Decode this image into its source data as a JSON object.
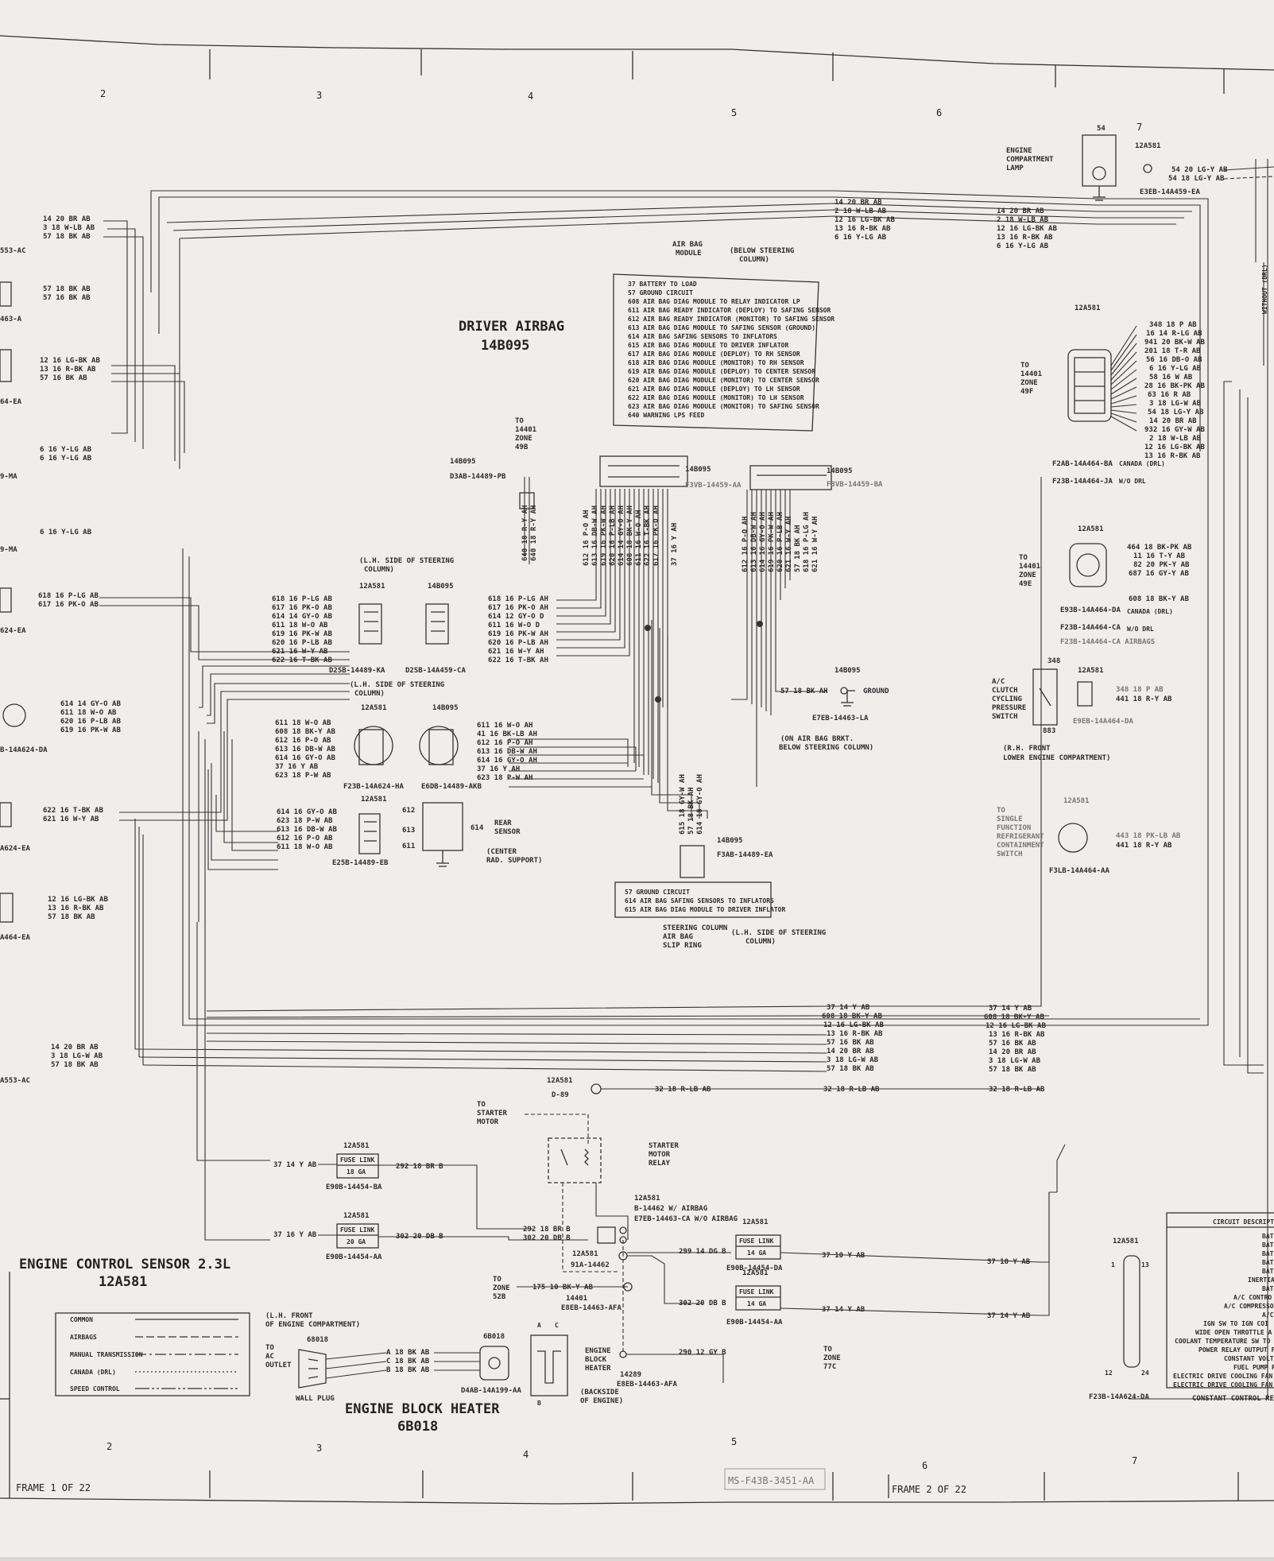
{
  "frame": {
    "left_label": "FRAME 1 OF 22",
    "right_label": "FRAME 2 OF 22",
    "doc_number": "MS-F43B-3451-AA",
    "zones_top": [
      "2",
      "3",
      "4",
      "5",
      "6",
      "7"
    ],
    "zones_bottom": [
      "2",
      "3",
      "4",
      "5",
      "6",
      "7"
    ]
  },
  "titles": {
    "driver_airbag": "DRIVER AIRBAG",
    "driver_airbag_part": "14B095",
    "engine_control_sensor": "ENGINE CONTROL SENSOR 2.3L",
    "engine_control_sensor_part": "12A581",
    "engine_block_heater": "ENGINE BLOCK HEATER",
    "engine_block_heater_part": "6B018"
  },
  "airbag_module": {
    "label_1": "AIR BAG",
    "label_2": "MODULE",
    "location": "(BELOW STEERING",
    "location_2": "COLUMN)"
  },
  "circuit_table": [
    "37  BATTERY TO LOAD",
    "57  GROUND CIRCUIT",
    "608 AIR BAG DIAG MODULE TO RELAY INDICATOR LP",
    "611 AIR BAG READY INDICATOR (DEPLOY) TO SAFING SENSOR",
    "612 AIR BAG READY INDICATOR (MONITOR) TO SAFING SENSOR",
    "613 AIR BAG DIAG MODULE TO SAFING SENSOR (GROUND)",
    "614 AIR BAG SAFING SENSORS TO INFLATORS",
    "615 AIR BAG DIAG MODULE TO DRIVER INFLATOR",
    "617 AIR BAG DIAG MODULE (DEPLOY) TO RH SENSOR",
    "618 AIR BAG DIAG MODULE (MONITOR) TO RH SENSOR",
    "619 AIR BAG DIAG MODULE (DEPLOY) TO CENTER SENSOR",
    "620 AIR BAG DIAG MODULE (MONITOR) TO CENTER SENSOR",
    "621 AIR BAG DIAG MODULE (DEPLOY) TO LH SENSOR",
    "622 AIR BAG DIAG MODULE (MONITOR) TO LH SENSOR",
    "623 AIR BAG DIAG MODULE (MONITOR) TO SAFING SENSOR",
    "640 WARNING LPS FEED"
  ],
  "lower_table": [
    "57  GROUND CIRCUIT",
    "614 AIR BAG SAFING SENSORS TO INFLATORS",
    "615 AIR BAG DIAG MODULE TO DRIVER INFLATOR"
  ],
  "legend": [
    "COMMON",
    "AIRBAGS",
    "MANUAL TRANSMISSION",
    "CANADA (DRL)",
    "SPEED CONTROL"
  ],
  "labels": {
    "to_14401_49b": [
      "TO",
      "14401",
      "ZONE",
      "49B"
    ],
    "conn_14b095_a": "14B095",
    "conn_d3ab": "D3AB-14489-PB",
    "conn_f3vb_a": "F3VB-14459-AA",
    "conn_f3vb_b": "F3VB-14459-BA",
    "lh_side_1": "(L.H. SIDE OF STEERING",
    "lh_side_1b": "COLUMN)",
    "d2sb_ka": "D2SB-14489-KA",
    "d2sb_ca": "D2SB-14A459-CA",
    "lh_side_2": "(L.H. SIDE OF STEERING",
    "lh_side_2b": "COLUMN)",
    "f23b_ha": "F23B-14A624-HA",
    "e6db_akb": "E6DB-14489-AKB",
    "e25b_eb": "E25B-14489-EB",
    "rear_sensor": "REAR",
    "rear_sensor_2": "SENSOR",
    "center_rad": "(CENTER",
    "center_rad_2": "RAD. SUPPORT)",
    "ground": "GROUND",
    "e7eb_la": "E7EB-14463-LA",
    "on_bracket": "(ON AIR BAG BRKT.",
    "on_bracket_2": "BELOW STEERING COLUMN)",
    "f3ab_ea": "F3AB-14489-EA",
    "slip_ring": [
      "STEERING COLUMN",
      "AIR BAG",
      "SLIP RING"
    ],
    "lh_side_3": "(L.H. SIDE OF STEERING",
    "lh_side_3b": "COLUMN)",
    "engine_lamp": [
      "ENGINE",
      "COMPARTMENT",
      "LAMP"
    ],
    "e3eb": "E3EB-14A459-EA",
    "to_14401_49f": [
      "TO",
      "14401",
      "ZONE",
      "49F"
    ],
    "f2ab_ba": "F2AB-14A464-BA",
    "f2ab_ba_note": "CANADA (DRL)",
    "f23b_ja": "F23B-14A464-JA",
    "f23b_ja_note": "W/O DRL",
    "to_14401_49e": [
      "TO",
      "14401",
      "ZONE",
      "49E"
    ],
    "e93b_da": "E93B-14A464-DA",
    "e93b_note": "CANADA (DRL)",
    "f23b_ca": "F23B-14A464-CA",
    "f23b_ca_note": "W/O DRL",
    "f23b_ca2": "F23B-14A464-CA AIRBAGS",
    "ac_switch": [
      "A/C",
      "CLUTCH",
      "CYCLING",
      "PRESSURE",
      "SWITCH"
    ],
    "e9eb_da": "E9EB-14A464-DA",
    "rh_front": "(R.H. FRONT",
    "rh_front_2": "LOWER ENGINE COMPARTMENT)",
    "single_fn": [
      "TO",
      "SINGLE",
      "FUNCTION",
      "REFRIGERANT",
      "CONTAINMENT",
      "SWITCH"
    ],
    "f3lb_aa": "F3LB-14A464-AA",
    "d89": "D-89",
    "to_starter": [
      "TO",
      "STARTER",
      "MOTOR"
    ],
    "starter_relay": [
      "STARTER",
      "MOTOR",
      "RELAY"
    ],
    "fuse_link_1": "FUSE LINK",
    "fuse_link_1_ga": "18 GA",
    "e90b_ba": "E90B-14454-BA",
    "fuse_link_2": "FUSE LINK",
    "fuse_link_2_ga": "20 GA",
    "e90b_aa": "E90B-14454-AA",
    "b14462": "B-14462 W/ AIRBAG",
    "e7eb_ca": "E7EB-14463-CA W/O AIRBAG",
    "a91": "91A-14462",
    "to_zone_52b": [
      "TO",
      "ZONE",
      "52B"
    ],
    "c14401_afa": "14401",
    "e8eb_afa": "E8EB-14463-AFA",
    "fuse_link_3": "FUSE LINK",
    "fuse_link_3_ga": "14 GA",
    "e90b_da": "E90B-14454-DA",
    "fuse_link_4": "FUSE LINK",
    "fuse_link_4_ga": "14 GA",
    "e90b_aa2": "E90B-14454-AA",
    "block_heater_lbl": [
      "ENGINE",
      "BLOCK",
      "HEATER"
    ],
    "backside": "(BACKSIDE",
    "backside_2": "OF ENGINE)",
    "c14289": "14289",
    "e8eb_afa2": "E8EB-14463-AFA",
    "to_zone_77c": [
      "TO",
      "ZONE",
      "77C"
    ],
    "lh_front": "(L.H. FRONT",
    "lh_front_2": "OF ENGINE COMPARTMENT)",
    "to_ac_outlet": [
      "TO",
      "AC",
      "OUTLET"
    ],
    "wall_plug": "WALL PLUG",
    "d4ab": "D4AB-14A199-AA",
    "c68018": "68018",
    "c68018b": "6B018",
    "f23b_da": "F23B-14A624-DA",
    "circuit_desc": "CIRCUIT DESCRIPTION",
    "constant_control": "CONSTANT CONTROL RE",
    "right_desc": [
      "BAT",
      "BAT",
      "BAT",
      "BAT",
      "BAT",
      "INERTIA",
      "BAT",
      "A/C CONTRO",
      "A/C COMPRESSO",
      "A/C",
      "IGN SW TO IGN COI",
      "WIDE OPEN THROTTLE A",
      "COOLANT TEMPERATURE SW TO C",
      "POWER RELAY OUTPUT FR",
      "CONSTANT VOLTAGE",
      "FUEL PUMP RELAY",
      "ELECTRIC DRIVE COOLING FAN (S",
      "ELECTRIC DRIVE COOLING FAN (S"
    ],
    "without_drl": "WITHOUT (DRL)",
    "conn_12a581": "12A581"
  },
  "wires": {
    "top_left": [
      "14 20 BR AB",
      "3 18 W-LB AB",
      "57 18 BK AB"
    ],
    "left_553": "553-AC",
    "left_b": [
      "57 18 BK AB",
      "57 16 BK AB"
    ],
    "left_463": "463-A",
    "left_c": [
      "12 16 LG-BK AB",
      "13 16 R-BK AB",
      "57 16 BK AB"
    ],
    "left_c_part": "64-EA",
    "left_d": [
      "6 16 Y-LG AB",
      "6 16 Y-LG AB"
    ],
    "left_d_part": "9-MA",
    "left_e": "6 16 Y-LG AB",
    "left_e_part": "9-MA",
    "left_f": [
      "618 16 P-LG AB",
      "617 16 PK-O AB"
    ],
    "left_f_part": "624-EA",
    "left_g": [
      "614 14 GY-O AB",
      "611 18 W-O AB",
      "620 16 P-LB AB",
      "619 16 PK-W AB"
    ],
    "left_g_part": "B-14A624-DA",
    "left_h": [
      "622 16 T-BK AB",
      "621 16 W-Y AB"
    ],
    "left_h_part": "A624-EA",
    "left_i": [
      "12 16 LG-BK AB",
      "13 16 R-BK AB",
      "57 18 BK AB"
    ],
    "left_i_part": "A464-EA",
    "left_j": [
      "14 20 BR AB",
      "3 18 LG-W AB",
      "57 18 BK AB"
    ],
    "left_j_part": "A553-AC",
    "top_mid": [
      "14 20 BR AB",
      "2 18 W-LB AB",
      "12 16 LG-BK AB",
      "13 16 R-BK AB",
      "6 16 Y-LG AB"
    ],
    "top_right": [
      "14 20 BR AB",
      "2 18 W-LB AB",
      "12 16 LG-BK AB",
      "13 16 R-BK AB",
      "6 16 Y-LG AB"
    ],
    "lamp_wires": [
      "54 20 LG-Y AB",
      "54 18 LG-Y AB"
    ],
    "conn_49f": [
      "348 18 P AB",
      "16 14 R-LG AB",
      "941 20 BK-W AB",
      "201 18 T-R AB",
      "56 16 DB-O AB",
      "6 16 Y-LG AB",
      "58 16 W AB",
      "28 16 BK-PK AB",
      "63 16 R AB",
      "3 18 LG-W AB",
      "54 18 LG-Y AB",
      "14 20 BR AB",
      "932 16 GY-W AB",
      "2 18 W-LB AB",
      "12 16 LG-BK AB",
      "13 16 R-BK AB"
    ],
    "conn_49e": [
      "464 18 BK-PK AB",
      "11 16 T-Y AB",
      "82 20 PK-Y AB",
      "687 16 GY-Y AB"
    ],
    "conn_49e_608": "608 18 BK-Y AB",
    "ac_sw": [
      "348 18 P AB",
      "441 18 R-Y AB"
    ],
    "sfrc_sw": [
      "443 18 PK-LB AB",
      "441 18 R-Y AB"
    ],
    "conn_d2sb_left": [
      "618 16 P-LG AB",
      "617 16 PK-O AB",
      "614 14 GY-O AB",
      "611 18 W-O AB",
      "619 16 PK-W AB",
      "620 16 P-LB AB",
      "621 16 W-Y AB",
      "622 16 T-BK AB"
    ],
    "conn_d2sb_right": [
      "618 16 P-LG AH",
      "617 16 PK-O AH",
      "614 12 GY-O D",
      "611 16 W-O D",
      "619 16 PK-W AH",
      "620 16 P-LB AH",
      "621 16 W-Y AH",
      "622 16 T-BK AH"
    ],
    "conn_f23b_left": [
      "611 18 W-O AB",
      "608 18 BK-Y AB",
      "612 16 P-O AB",
      "613 16 DB-W AB",
      "614 16 GY-O AB",
      "37 16 Y AB",
      "623 18 P-W AB"
    ],
    "conn_e6db_right": [
      "611 16 W-O AH",
      "41 16 BK-LB AH",
      "612 16 P-O AH",
      "613 16 DB-W AH",
      "614 16 GY-O AH",
      "37 16 Y AH",
      "623 18 P-W AH"
    ],
    "conn_e25b": [
      "614 16 GY-O AB",
      "623 18 P-W AB",
      "613 16 DB-W AB",
      "612 16 P-O AB",
      "611 18 W-O AB"
    ],
    "rear_pins": [
      "612",
      "613",
      "614",
      "611"
    ],
    "vert_module": [
      "612 16 P-O AH",
      "613 16 DB-W AH",
      "619 16 PK-W AH",
      "620 16 P-LB AH",
      "614 14 GY-O AH",
      "608 18 BK-Y AH",
      "611 16 W-O AH",
      "622 16 T-BK AH",
      "617 16 PK-O AH",
      "37 16 Y AH"
    ],
    "vert_module2": [
      "612 16 P-O AH",
      "613 16 DB-W AH",
      "614 16 GY-O AH",
      "619 16 PK-W AH",
      "620 16 P-LB AH",
      "621 16 W-Y AH",
      "57 18 BK AH",
      "618 16 P-LG AH",
      "621 16 W-Y AH"
    ],
    "vert_640": [
      "640 18 R-Y AH",
      "640 18 R-Y AH"
    ],
    "ground_wire": "57 18 BK AH",
    "slip_vert": [
      "615 18 GY-W AH",
      "57 18 BK AH",
      "614 18 GY-O AH"
    ],
    "bus_mid": [
      "37 14 Y AB",
      "608 18 BK-Y AB",
      "12 16 LG-BK AB",
      "13 16 R-BK AB",
      "57 16 BK AB",
      "14 20 BR AB",
      "3 18 LG-W AB",
      "57 18 BK AB"
    ],
    "bus_right": [
      "37 14 Y AB",
      "608 18 BK-Y AB",
      "12 16 LG-BK AB",
      "13 16 R-BK AB",
      "57 16 BK AB",
      "14 20 BR AB",
      "3 18 LG-W AB",
      "57 18 BK AB"
    ],
    "w32_a": "32 18 R-LB AB",
    "w32_b": "32 18 R-LB AB",
    "w32_c": "32 18 R-LB AB",
    "w37_14": "37 14 Y AB",
    "w292": "292 18 BR B",
    "w37_16": "37 16 Y AB",
    "w302": "302 20 DB B",
    "w292b": "292 18 BR B",
    "w302b": "302 20 DB B",
    "w299": "299 14 DG B",
    "w37_10": "37 10 Y AB",
    "w37_10b": "37 10 Y AB",
    "w175": "175 10 BK-Y AB",
    "w302c": "302 20 DB B",
    "w37_14b": "37 14 Y AB",
    "w37_14c": "37 14 Y AB",
    "w290": "290 12 GY B",
    "w_heater": [
      "A 18 BK AB",
      "C 18 BK AB",
      "B 18 BK AB"
    ]
  }
}
